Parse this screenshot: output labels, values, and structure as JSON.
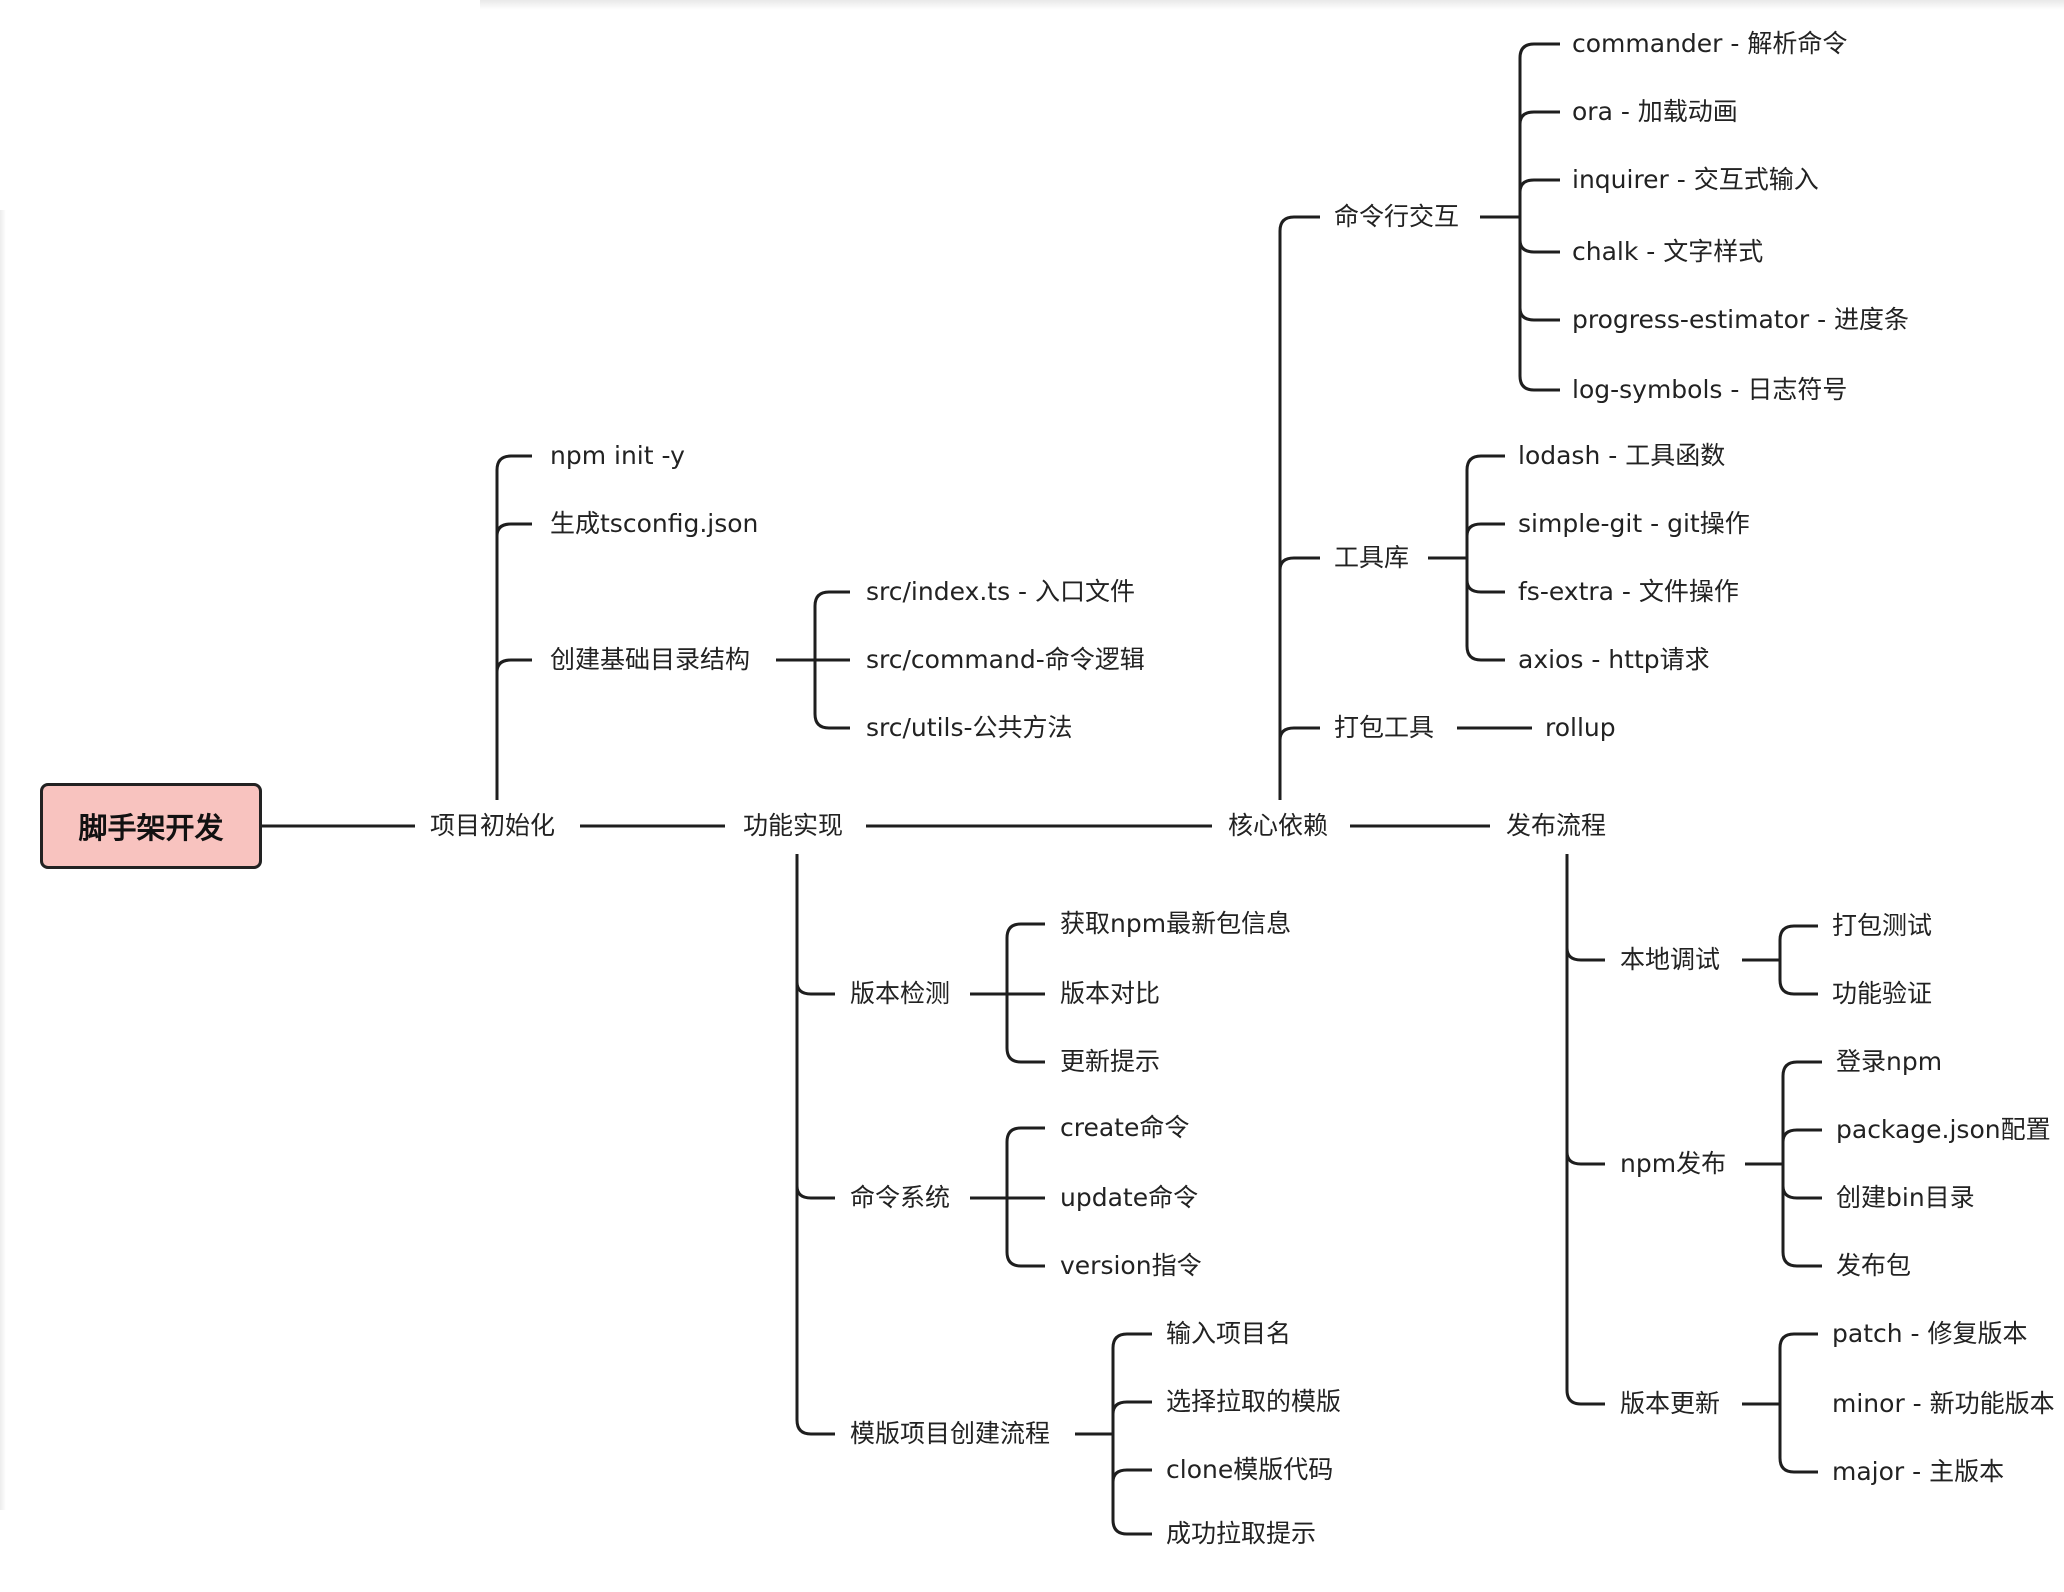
{
  "root": "脚手架开发",
  "branches": {
    "init": {
      "label": "项目初始化",
      "npm_init": "npm init -y",
      "tsconfig": "生成tsconfig.json",
      "dirs": {
        "label": "创建基础目录结构",
        "items": [
          "src/index.ts - 入口文件",
          "src/command-命令逻辑",
          "src/utils-公共方法"
        ]
      }
    },
    "features": {
      "label": "功能实现",
      "version_check": {
        "label": "版本检测",
        "items": [
          "获取npm最新包信息",
          "版本对比",
          "更新提示"
        ]
      },
      "commands": {
        "label": "命令系统",
        "items": [
          "create命令",
          "update命令",
          "version指令"
        ]
      },
      "template": {
        "label": "模版项目创建流程",
        "items": [
          "输入项目名",
          "选择拉取的模版",
          "clone模版代码",
          "成功拉取提示"
        ]
      }
    },
    "deps": {
      "label": "核心依赖",
      "cli": {
        "label": "命令行交互",
        "items": [
          "commander - 解析命令",
          "ora - 加载动画",
          "inquirer - 交互式输入",
          "chalk - 文字样式",
          "progress-estimator - 进度条",
          "log-symbols - 日志符号"
        ]
      },
      "utils": {
        "label": "工具库",
        "items": [
          "lodash - 工具函数",
          "simple-git - git操作",
          "fs-extra - 文件操作",
          "axios - http请求"
        ]
      },
      "bundle": {
        "label": "打包工具",
        "items": [
          "rollup"
        ]
      }
    },
    "publish": {
      "label": "发布流程",
      "local": {
        "label": "本地调试",
        "items": [
          "打包测试",
          "功能验证"
        ]
      },
      "npm": {
        "label": "npm发布",
        "items": [
          "登录npm",
          "package.json配置",
          "创建bin目录",
          "发布包"
        ]
      },
      "version": {
        "label": "版本更新",
        "items": [
          "patch - 修复版本",
          "minor - 新功能版本",
          "major - 主版本"
        ]
      }
    }
  },
  "colors": {
    "root_fill": "#f8c3bf",
    "line": "#1e1e1e",
    "text": "#222222"
  }
}
